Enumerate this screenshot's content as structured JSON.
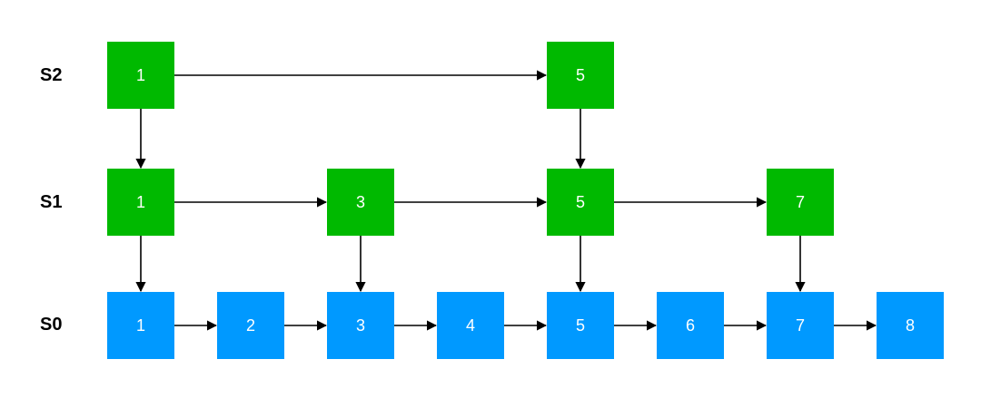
{
  "colors": {
    "upper_level_node": "#00b900",
    "base_level_node": "#0099ff",
    "node_text": "#ffffff",
    "arrow": "#000000"
  },
  "levels": [
    {
      "label": "S2",
      "nodes": [
        "1",
        "5"
      ]
    },
    {
      "label": "S1",
      "nodes": [
        "1",
        "3",
        "5",
        "7"
      ]
    },
    {
      "label": "S0",
      "nodes": [
        "1",
        "2",
        "3",
        "4",
        "5",
        "6",
        "7",
        "8"
      ]
    }
  ]
}
